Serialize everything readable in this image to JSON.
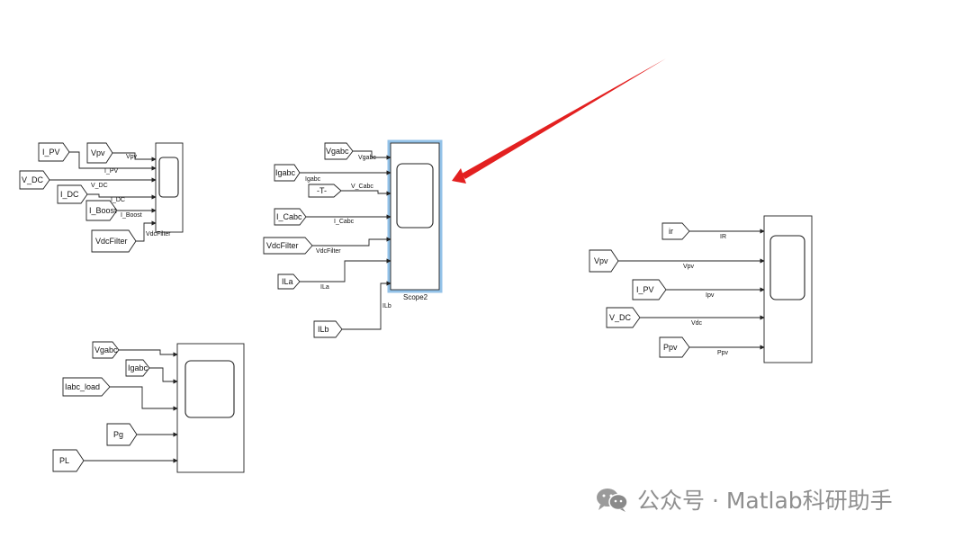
{
  "diagram": {
    "tags": {
      "g1_ipv": "I_PV",
      "g1_vpv": "Vpv",
      "g1_vdc": "V_DC",
      "g1_idc": "I_DC",
      "g1_iboost": "I_Boost",
      "g1_vdcfilter": "VdcFilter",
      "g2_vgabc": "Vgabc",
      "g2_igabc": "Igabc",
      "g2_goto_t": "-T-",
      "g2_icabc": "I_Cabc",
      "g2_vdcfilter": "VdcFilter",
      "g2_ila": "ILa",
      "g2_ilb": "ILb",
      "g3_vgabc": "Vgabc",
      "g3_igabc": "Igabc",
      "g3_iabcload": "Iabc_load",
      "g3_pg": "Pg",
      "g3_pl": "PL",
      "g4_ir": "ir",
      "g4_vpv": "Vpv",
      "g4_ipv": "I_PV",
      "g4_vdc": "V_DC",
      "g4_ppv": "Ppv"
    },
    "signals": {
      "g1_vpv": "Vpv",
      "g1_ipv": "I_PV",
      "g1_vdc": "V_DC",
      "g1_idc": "I_DC",
      "g1_iboost": "I_Boost",
      "g1_vdcfilter": "VdcFilter",
      "g2_vgabc": "Vgabc",
      "g2_igabc": "Igabc",
      "g2_vcabc": "V_Cabc",
      "g2_icabc": "I_Cabc",
      "g2_vdcfilter": "VdcFilter",
      "g2_ila": "ILa",
      "g2_ilb": "ILb",
      "g4_ir": "IR",
      "g4_vpv": "Vpv",
      "g4_ipv": "Ipv",
      "g4_vdc": "Vdc",
      "g4_ppv": "Ppv"
    },
    "scope2_label": "Scope2"
  },
  "watermark": {
    "text": "公众号 · Matlab科研助手"
  },
  "colors": {
    "selected_scope": "#3a8fd6",
    "highlight_tag": "#f0b44a",
    "arrow": "#e32020",
    "watermark": "#8f8f8f"
  }
}
